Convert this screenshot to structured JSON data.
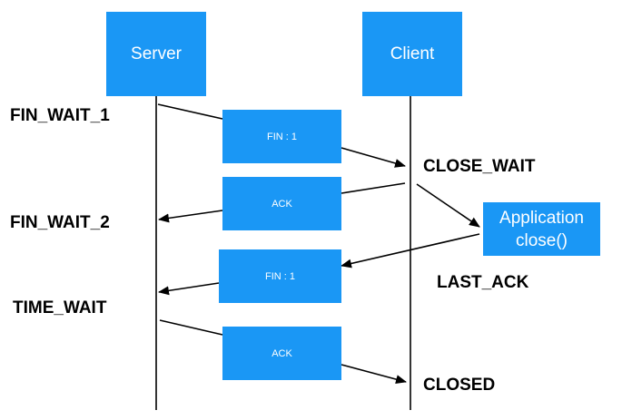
{
  "actors": {
    "server": "Server",
    "client": "Client"
  },
  "messages": {
    "fin1": "FIN : 1",
    "ack1": "ACK",
    "fin2": "FIN : 1",
    "ack2": "ACK"
  },
  "application": {
    "line1": "Application",
    "line2": "close()"
  },
  "server_states": {
    "fin_wait_1": "FIN_WAIT_1",
    "fin_wait_2": "FIN_WAIT_2",
    "time_wait": "TIME_WAIT"
  },
  "client_states": {
    "close_wait": "CLOSE_WAIT",
    "last_ack": "LAST_ACK",
    "closed": "CLOSED"
  },
  "colors": {
    "box_fill": "#1a97f5",
    "box_text": "#ffffff",
    "line": "#000000"
  }
}
